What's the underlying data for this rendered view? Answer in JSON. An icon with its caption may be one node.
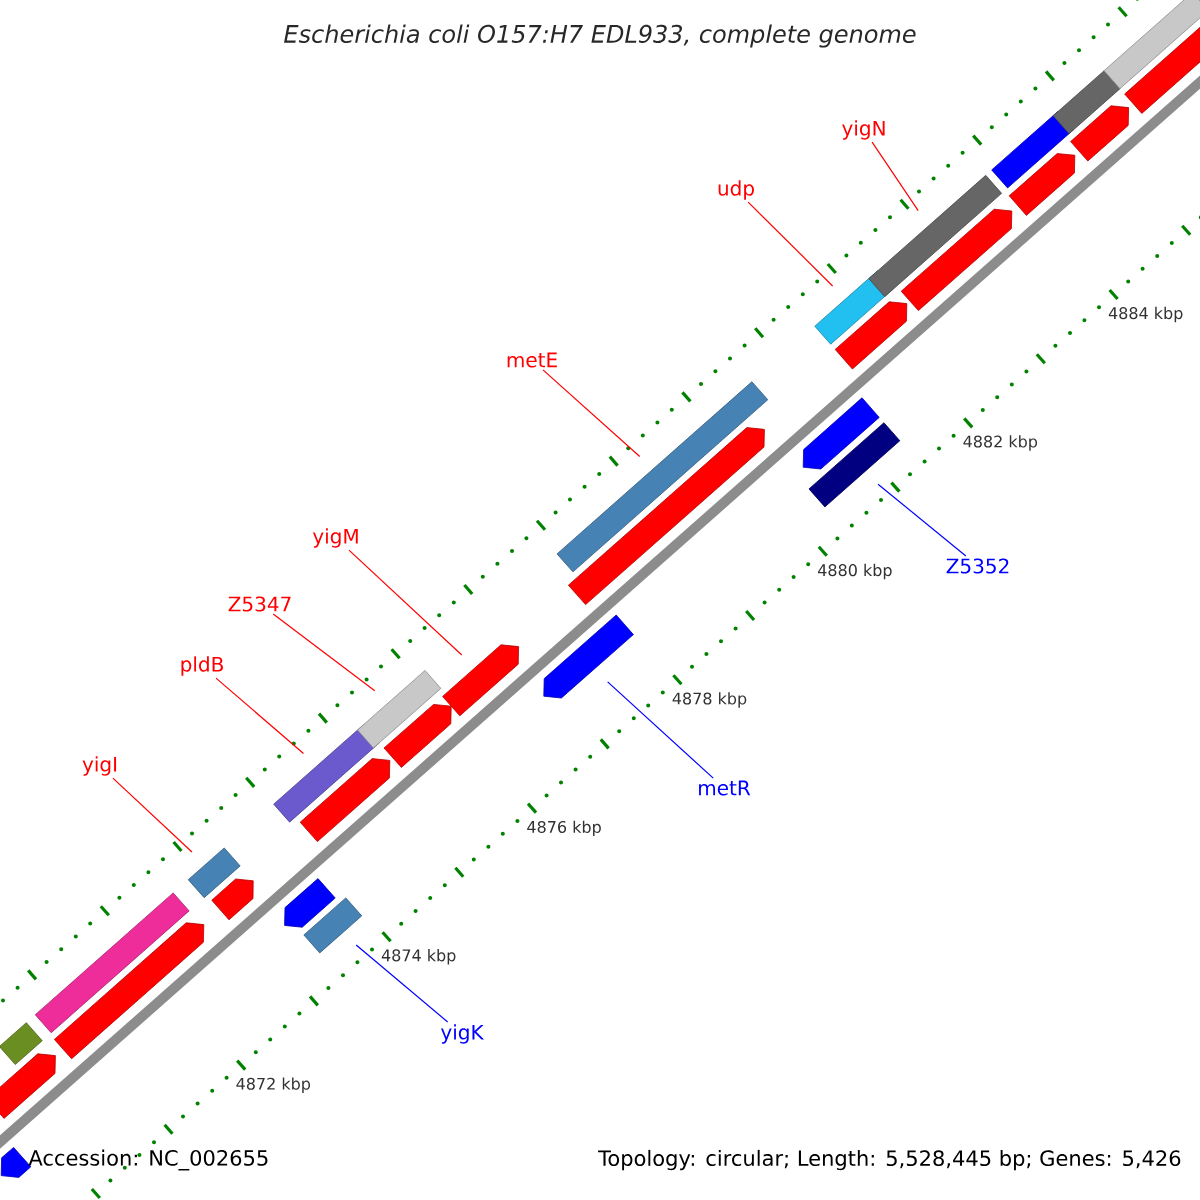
{
  "diagram": {
    "title": "Escherichia coli O157:H7 EDL933, complete genome",
    "nodes": [
      {
        "text": [
          "yigN"
        ]
      },
      {
        "text": [
          "udp"
        ]
      },
      {
        "text": [
          "metE"
        ]
      },
      {
        "text": [
          "Z5352"
        ]
      },
      {
        "text": [
          "yigM"
        ]
      },
      {
        "text": [
          "Z5347"
        ]
      },
      {
        "text": [
          "pldB"
        ]
      },
      {
        "text": [
          "metR"
        ]
      },
      {
        "text": [
          "yigI"
        ]
      },
      {
        "text": [
          "yigK"
        ]
      },
      {
        "text": [],
        "shape": "arrow"
      },
      {
        "text": [],
        "shape": "bar"
      },
      {
        "text": [],
        "shape": "arrow"
      },
      {
        "text": [],
        "shape": "bar"
      },
      {
        "text": [],
        "shape": "arrow"
      },
      {
        "text": [],
        "shape": "bar"
      },
      {
        "text": [],
        "shape": "arrow"
      },
      {
        "text": [],
        "shape": "bar"
      },
      {
        "text": [],
        "shape": "arrow"
      },
      {
        "text": [],
        "shape": "arrow"
      },
      {
        "text": [],
        "shape": "bar"
      },
      {
        "text": [],
        "shape": "bar"
      },
      {
        "text": [],
        "shape": "arrow"
      },
      {
        "text": [],
        "shape": "arrow"
      },
      {
        "text": [],
        "shape": "arrow"
      },
      {
        "text": [],
        "shape": "bar"
      },
      {
        "text": [],
        "shape": "arrow"
      },
      {
        "text": [],
        "shape": "arrow"
      },
      {
        "text": [],
        "shape": "bar"
      },
      {
        "text": [],
        "shape": "bar"
      },
      {
        "text": [],
        "shape": "arrow"
      },
      {
        "text": [],
        "shape": "bar"
      },
      {
        "text": [],
        "shape": "arrow"
      },
      {
        "text": [],
        "shape": "bar"
      },
      {
        "text": [],
        "shape": "arrow"
      },
      {
        "text": [],
        "shape": "bar"
      },
      {
        "text": [],
        "shape": "arrow"
      },
      {
        "text": [],
        "shape": "bar"
      },
      {
        "text": [],
        "shape": "arrow"
      }
    ],
    "edges": [
      {
        "from": 0,
        "to": 31,
        "arrow": "none"
      },
      {
        "from": 1,
        "to": 29,
        "arrow": "none"
      },
      {
        "from": 2,
        "to": 25,
        "arrow": "none"
      },
      {
        "from": 3,
        "to": 28,
        "arrow": "none",
        "color": "#0000ff"
      },
      {
        "from": 4,
        "to": 23,
        "arrow": "none"
      },
      {
        "from": 5,
        "to": 21,
        "arrow": "none"
      },
      {
        "from": 6,
        "to": 17,
        "arrow": "none"
      },
      {
        "from": 7,
        "to": 24,
        "arrow": "none",
        "color": "#0000ff"
      },
      {
        "from": 8,
        "to": 15,
        "arrow": "none"
      },
      {
        "from": 9,
        "to": 20,
        "arrow": "none",
        "color": "#0000ff"
      }
    ],
    "labels": [
      "4884 kbp",
      "4882 kbp",
      "4880 kbp",
      "4878 kbp",
      "4876 kbp",
      "4874 kbp",
      "4872 kbp",
      "Accession: NC_002655",
      "Topology: circular; Length: 5,528,445 bp; Genes: 5,426"
    ]
  }
}
